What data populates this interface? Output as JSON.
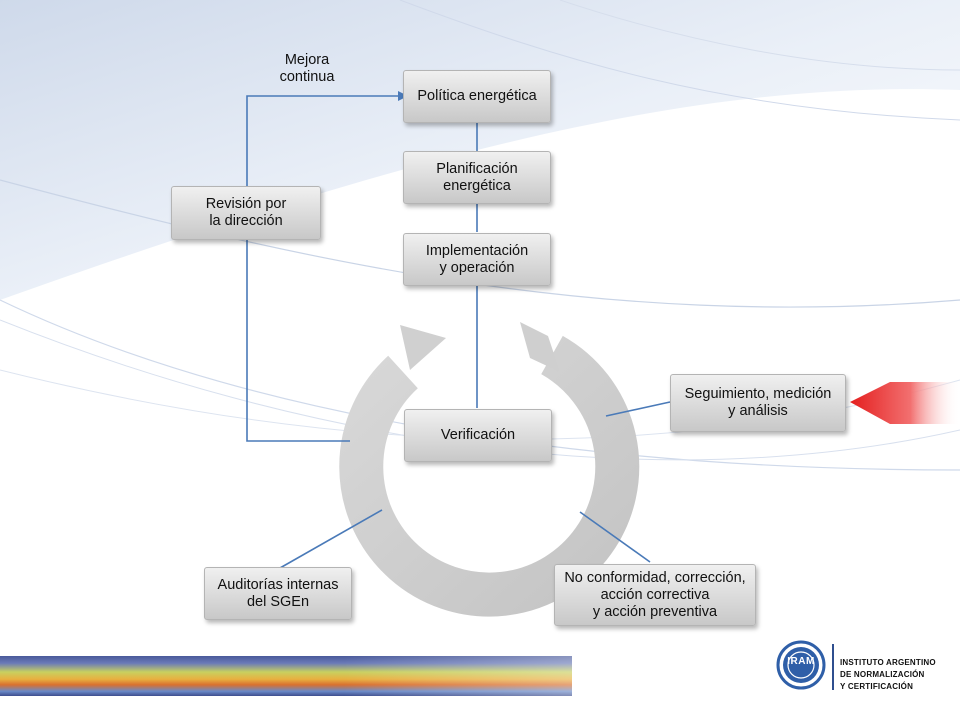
{
  "diagram": {
    "label_mejora": "Mejora\ncontinua",
    "nodes": {
      "politica": "Política energética",
      "planificacion": "Planificación\nenergética",
      "implementacion": "Implementación\ny operación",
      "revision": "Revisión por\nla dirección",
      "verificacion": "Verificación",
      "seguimiento": "Seguimiento, medición\ny análisis",
      "auditorias": "Auditorías internas\ndel SGEn",
      "no_conformidad": "No conformidad, corrección,\nacción correctiva\ny acción preventiva"
    }
  },
  "logo": {
    "emblem": "IRAM",
    "line1": "INSTITUTO ARGENTINO",
    "line2": "DE NORMALIZACIÓN",
    "line3": "Y CERTIFICACIÓN"
  },
  "colors": {
    "connector": "#4a7ab8",
    "box_top": "#f0f0f0",
    "box_bottom": "#c8c8c8",
    "accent_arrow": "#e83030",
    "logo_blue": "#2f5fa8"
  }
}
